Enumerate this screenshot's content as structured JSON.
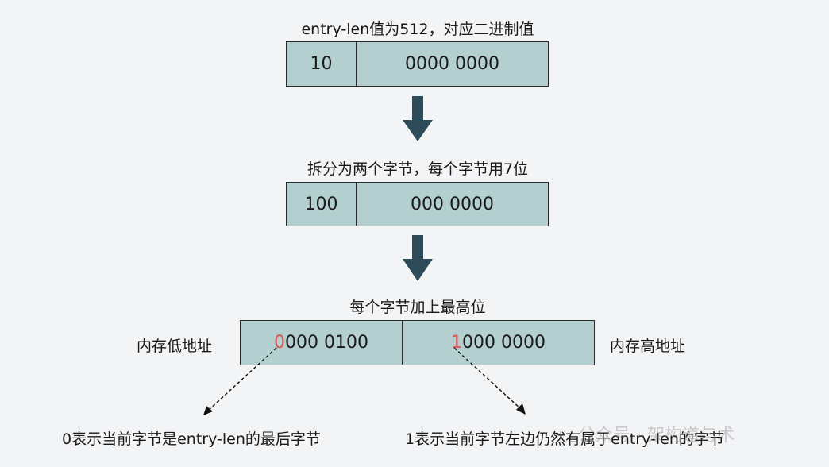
{
  "step1": {
    "caption": "entry-len值为512，对应二进制值",
    "cells": [
      "10",
      "0000 0000"
    ]
  },
  "step2": {
    "caption": "拆分为两个字节，每个字节用7位",
    "cells": [
      "100",
      "000 0000"
    ]
  },
  "step3": {
    "caption": "每个字节加上最高位",
    "left_label": "内存低地址",
    "right_label": "内存高地址",
    "byte1": {
      "high_bit": "0",
      "rest": "000 0100"
    },
    "byte2": {
      "high_bit": "1",
      "rest": "000 0000"
    }
  },
  "notes": {
    "left": "0表示当前字节是entry-len的最后字节",
    "right": "1表示当前字节左边仍然有属于entry-len的字节"
  },
  "watermark": "公众号 · 架构道与术",
  "colors": {
    "box_fill": "#b4cfcf",
    "arrow": "#2e4b5a",
    "highlight": "#d9534f",
    "background": "#f3f4f6"
  }
}
